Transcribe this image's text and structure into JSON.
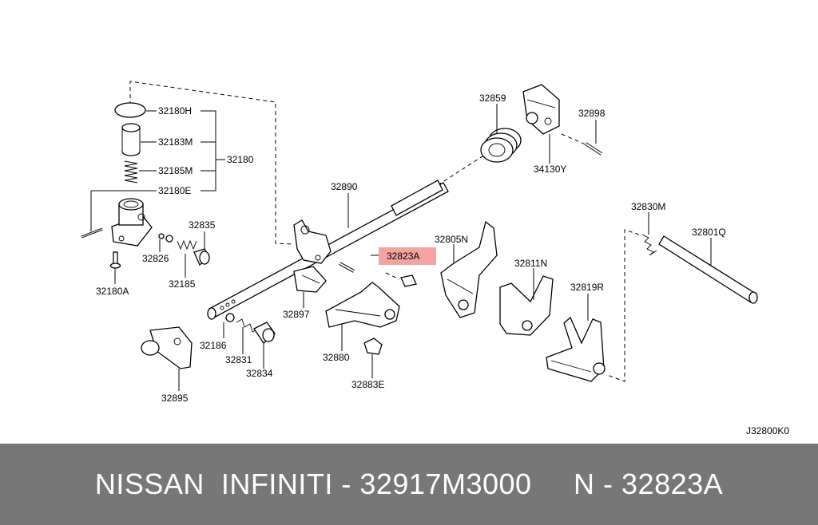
{
  "diagram": {
    "code": "J32800K0",
    "highlight_color": "#f4a3a3",
    "labels": {
      "p32180H": "32180H",
      "p32183M": "32183M",
      "p32185M": "32185M",
      "p32180E": "32180E",
      "p32180": "32180",
      "p32835": "32835",
      "p32826": "32826",
      "p32185": "32185",
      "p32180A": "32180A",
      "p32890": "32890",
      "p32859": "32859",
      "p32898": "32898",
      "p34130Y": "34130Y",
      "p32823A": "32823A",
      "p32805N": "32805N",
      "p32811N": "32811N",
      "p32819R": "32819R",
      "p32830M": "32830M",
      "p32801Q": "32801Q",
      "p32897": "32897",
      "p32880": "32880",
      "p32883E": "32883E",
      "p32186": "32186",
      "p32831": "32831",
      "p32834": "32834",
      "p32895": "32895"
    }
  },
  "footer": {
    "brand": "NISSAN  INFINITI - 32917M3000",
    "part": "N - 32823A",
    "background_color": "#777777"
  }
}
